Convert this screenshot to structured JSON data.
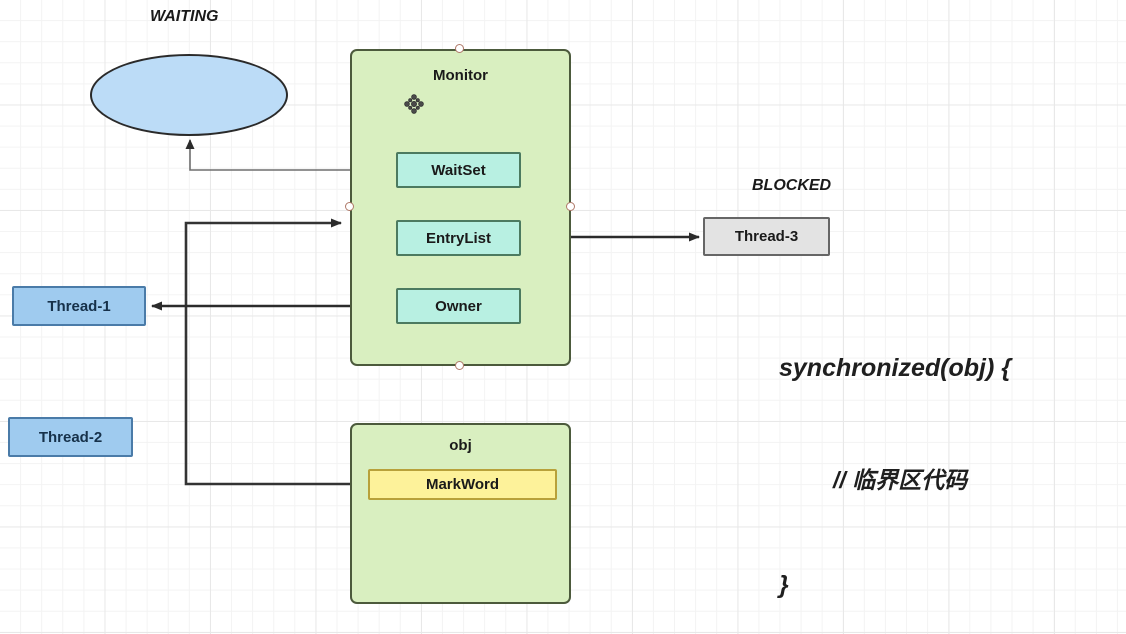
{
  "diagram": {
    "title": "Java synchronized Monitor structure",
    "colors": {
      "container_fill": "#d9efc0",
      "container_stroke": "#4c5a3c",
      "inner_fill": "#b8f0e2",
      "inner_stroke": "#4c7a60",
      "markword_fill": "#fdf29a",
      "markword_stroke": "#b8a13a",
      "thread_blue_fill": "#9fcbef",
      "thread_blue_stroke": "#4a7ba8",
      "thread_gray_fill": "#e3e3e3",
      "thread_gray_stroke": "#666666",
      "ellipse_fill": "#bcdcf7",
      "ellipse_stroke": "#2a2a2a",
      "edge_stroke": "#333333",
      "grid_minor": "#f3f3f3",
      "grid_major": "#e8e8e8"
    },
    "labels": {
      "waiting": "WAITING",
      "blocked": "BLOCKED"
    },
    "nodes": {
      "waiting_ellipse": {
        "label": ""
      },
      "monitor": {
        "title": "Monitor"
      },
      "waitset": {
        "label": "WaitSet"
      },
      "entrylist": {
        "label": "EntryList"
      },
      "owner": {
        "label": "Owner"
      },
      "obj": {
        "title": "obj"
      },
      "markword": {
        "label": "MarkWord"
      },
      "thread1": {
        "label": "Thread-1"
      },
      "thread2": {
        "label": "Thread-2"
      },
      "thread3": {
        "label": "Thread-3"
      }
    },
    "code": {
      "line1": "synchronized(obj) {",
      "line2": "// 临界区代码",
      "line3": "}"
    },
    "icons": {
      "move_handle": "move-handle-icon"
    }
  }
}
